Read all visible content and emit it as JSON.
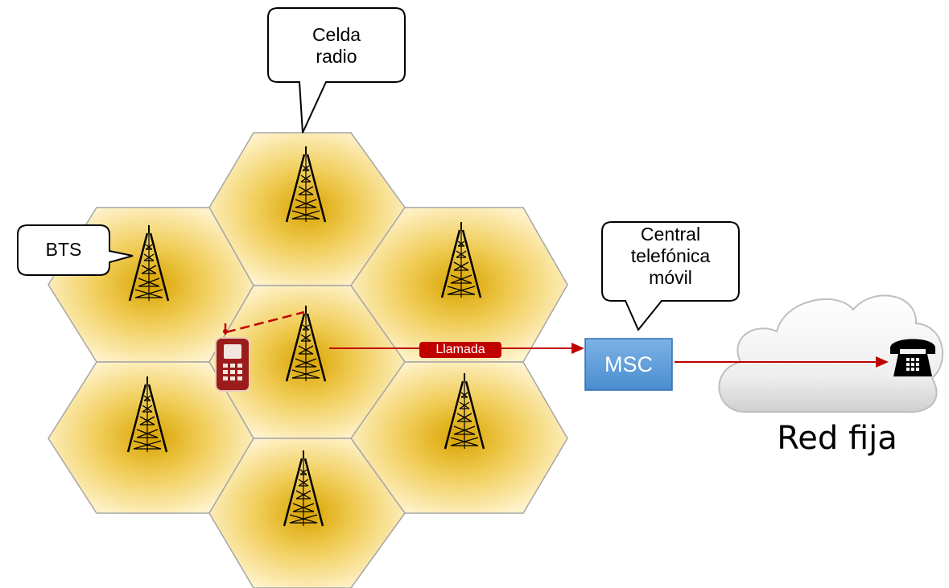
{
  "callouts": {
    "cell": {
      "line1": "Celda",
      "line2": "radio"
    },
    "bts": {
      "label": "BTS"
    },
    "central": {
      "line1": "Central",
      "line2": "telefónica",
      "line3": "móvil"
    }
  },
  "msc": {
    "label": "MSC"
  },
  "call": {
    "label": "Llamada"
  },
  "network": {
    "label": "Red fija"
  },
  "cells": [
    {
      "name": "top"
    },
    {
      "name": "upper-left"
    },
    {
      "name": "upper-right"
    },
    {
      "name": "center"
    },
    {
      "name": "lower-left"
    },
    {
      "name": "lower-right"
    },
    {
      "name": "bottom"
    }
  ],
  "colors": {
    "cell_center": "#d9a300",
    "cell_edge": "#fff2c8",
    "cell_border": "#a6a6a6",
    "call_line": "#c00000",
    "msc_fill": "#5b9bd5",
    "phone_body": "#9c1c1c"
  },
  "icons": [
    "tower-icon",
    "mobile-phone-icon",
    "telephone-icon",
    "cloud-icon"
  ]
}
